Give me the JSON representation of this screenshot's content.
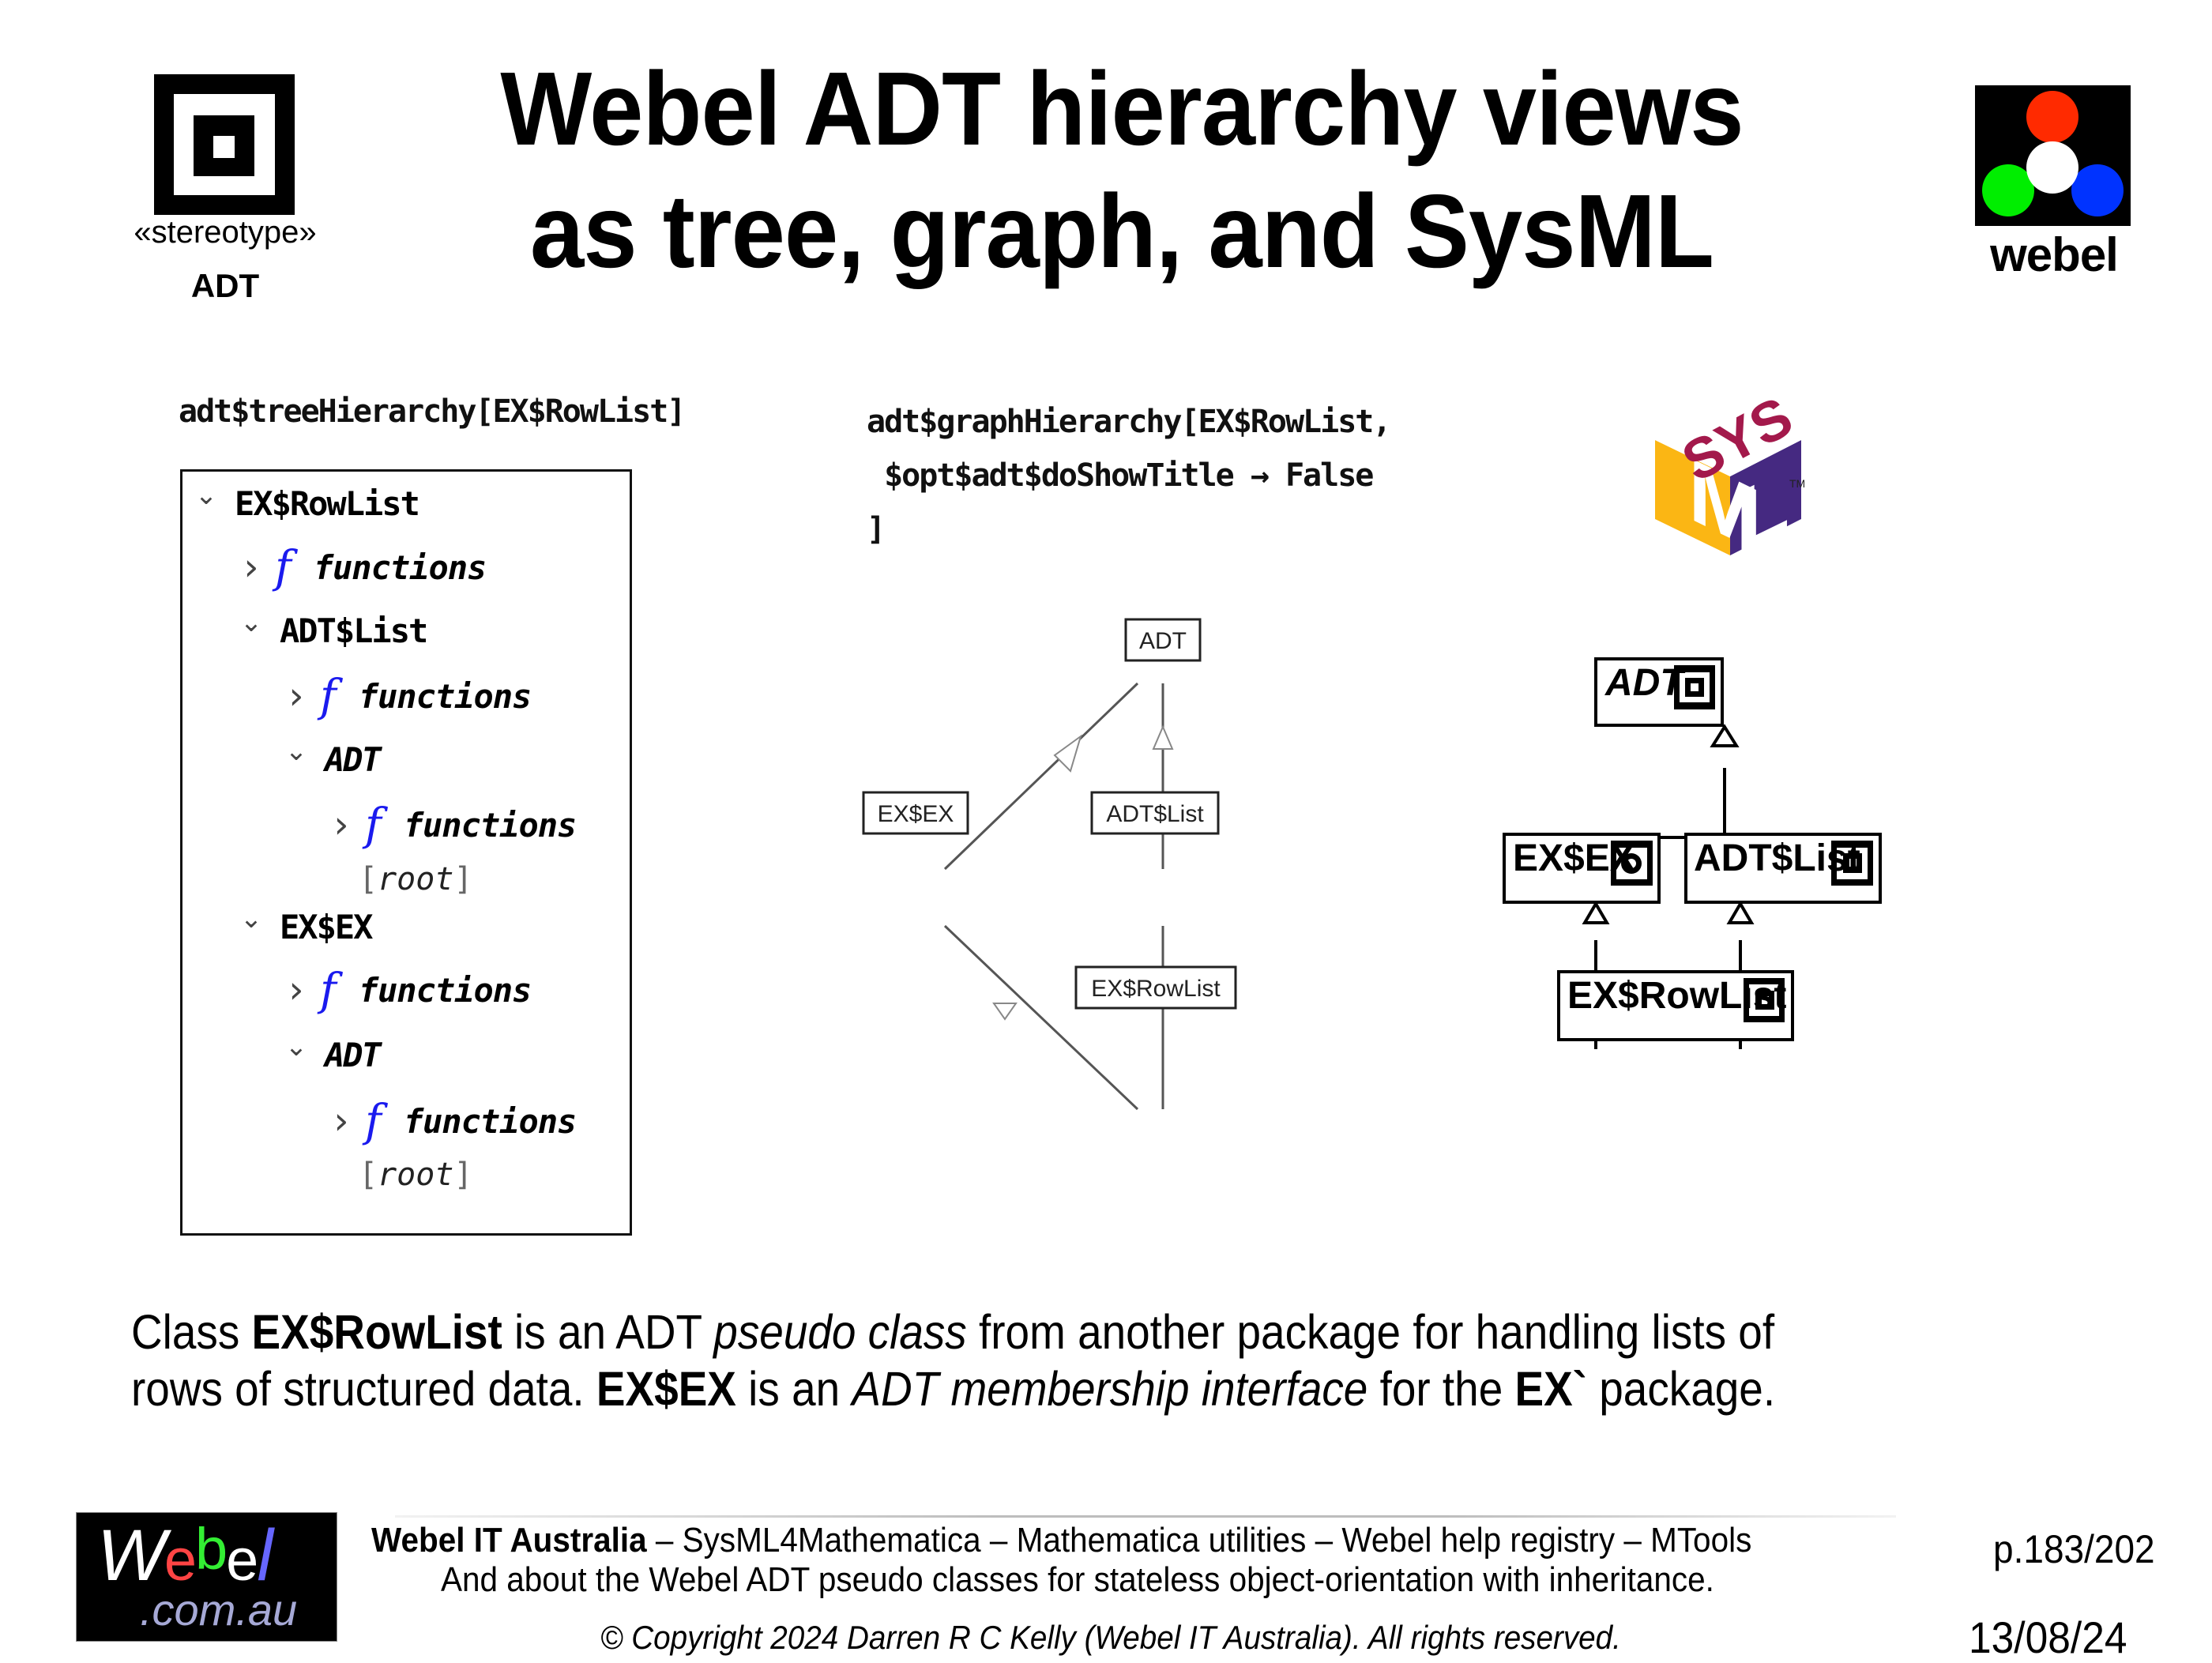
{
  "header": {
    "title_line1": "Webel ADT hierarchy views",
    "title_line2": "as tree, graph, and SysML",
    "stereotype_label": "«stereotype»",
    "stereotype_name": "ADT",
    "logo_word": "webel",
    "logo_colors": {
      "top": "#ff2a00",
      "left": "#00ee00",
      "right": "#0033ff",
      "center": "#ffffff"
    }
  },
  "tree_view": {
    "code": "adt$treeHierarchy[EX$RowList]",
    "rows": [
      {
        "kind": "node",
        "level": 0,
        "chevron": "⌄",
        "label": "EX$RowList",
        "italic": false
      },
      {
        "kind": "functions",
        "level": 1,
        "chevron": "›",
        "symbol": "f",
        "label": "functions"
      },
      {
        "kind": "node",
        "level": 1,
        "chevron": "⌄",
        "label": "ADT$List",
        "italic": false
      },
      {
        "kind": "functions",
        "level": 2,
        "chevron": "›",
        "symbol": "f",
        "label": "functions"
      },
      {
        "kind": "node",
        "level": 2,
        "chevron": "⌄",
        "label": "ADT",
        "italic": true
      },
      {
        "kind": "functions",
        "level": 3,
        "chevron": "›",
        "symbol": "f",
        "label": "functions"
      },
      {
        "kind": "root",
        "level": 3,
        "label": "root"
      },
      {
        "kind": "node",
        "level": 1,
        "chevron": "⌄",
        "label": "EX$EX",
        "italic": false
      },
      {
        "kind": "functions",
        "level": 2,
        "chevron": "›",
        "symbol": "f",
        "label": "functions"
      },
      {
        "kind": "node",
        "level": 2,
        "chevron": "⌄",
        "label": "ADT",
        "italic": true
      },
      {
        "kind": "functions",
        "level": 3,
        "chevron": "›",
        "symbol": "f",
        "label": "functions"
      },
      {
        "kind": "root",
        "level": 3,
        "label": "root"
      }
    ]
  },
  "graph_view": {
    "code_line1": "adt$graphHierarchy[EX$RowList,",
    "code_line2": " $opt$adt$doShowTitle → False",
    "code_line3": "]",
    "nodes": {
      "adt": "ADT",
      "ex": "EX$EX",
      "list": "ADT$List",
      "rowlist": "EX$RowList"
    },
    "edges": [
      {
        "from": "EX$EX",
        "to": "ADT",
        "type": "generalization"
      },
      {
        "from": "ADT$List",
        "to": "ADT",
        "type": "generalization"
      },
      {
        "from": "EX$RowList",
        "to": "EX$EX",
        "type": "generalization"
      },
      {
        "from": "EX$RowList",
        "to": "ADT$List",
        "type": "generalization"
      }
    ]
  },
  "sysml_view": {
    "logo": {
      "letters_top": "SYS",
      "letter_m": "M",
      "letter_l": "L",
      "tm": "TM",
      "colors": {
        "sys": "#a3194b",
        "m": "#fbb614",
        "l": "#452981"
      }
    },
    "nodes": {
      "adt": "ADT",
      "ex": "EX$EX",
      "list": "ADT$List",
      "rowlist": "EX$RowList"
    }
  },
  "body": {
    "line1": [
      {
        "text": "Class ",
        "style": "normal"
      },
      {
        "text": "EX$RowList",
        "style": "bold"
      },
      {
        "text": " is an ADT ",
        "style": "normal"
      },
      {
        "text": "pseudo class",
        "style": "italic"
      },
      {
        "text": " from another package for handling lists of",
        "style": "normal"
      }
    ],
    "line2": [
      {
        "text": "rows of structured data. ",
        "style": "normal"
      },
      {
        "text": "EX$EX",
        "style": "bold"
      },
      {
        "text": " is an ",
        "style": "normal"
      },
      {
        "text": "ADT membership interface",
        "style": "italic"
      },
      {
        "text": " for the ",
        "style": "normal"
      },
      {
        "text": "EX`",
        "style": "bold"
      },
      {
        "text": " package.",
        "style": "normal"
      }
    ]
  },
  "footer": {
    "logo_parts": [
      {
        "text": "W",
        "color": "#ffffff"
      },
      {
        "text": "e",
        "color": "#ff4444"
      },
      {
        "text": "b",
        "color": "#33ee33"
      },
      {
        "text": "e",
        "color": "#ffffff"
      },
      {
        "text": "l",
        "color": "#6666ff"
      }
    ],
    "logo_domain": ".com.au",
    "org": "Webel IT Australia",
    "links_text": " – SysML4Mathematica – Mathematica utilities – Webel help registry – MTools",
    "subtitle": "And about the Webel ADT pseudo classes for stateless object-orientation with inheritance.",
    "copyright": "© Copyright 2024 Darren R C Kelly (Webel IT Australia). All rights reserved.",
    "page": "p.183/202",
    "date": "13/08/24"
  }
}
